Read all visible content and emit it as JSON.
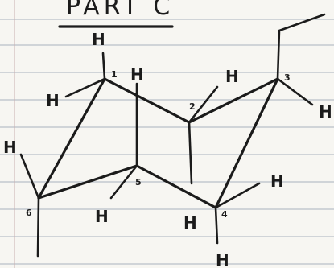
{
  "title": "PART C",
  "carbon_numbers": [
    "1",
    "2",
    "3",
    "4",
    "5",
    "6"
  ],
  "hydrogen_label": "H"
}
